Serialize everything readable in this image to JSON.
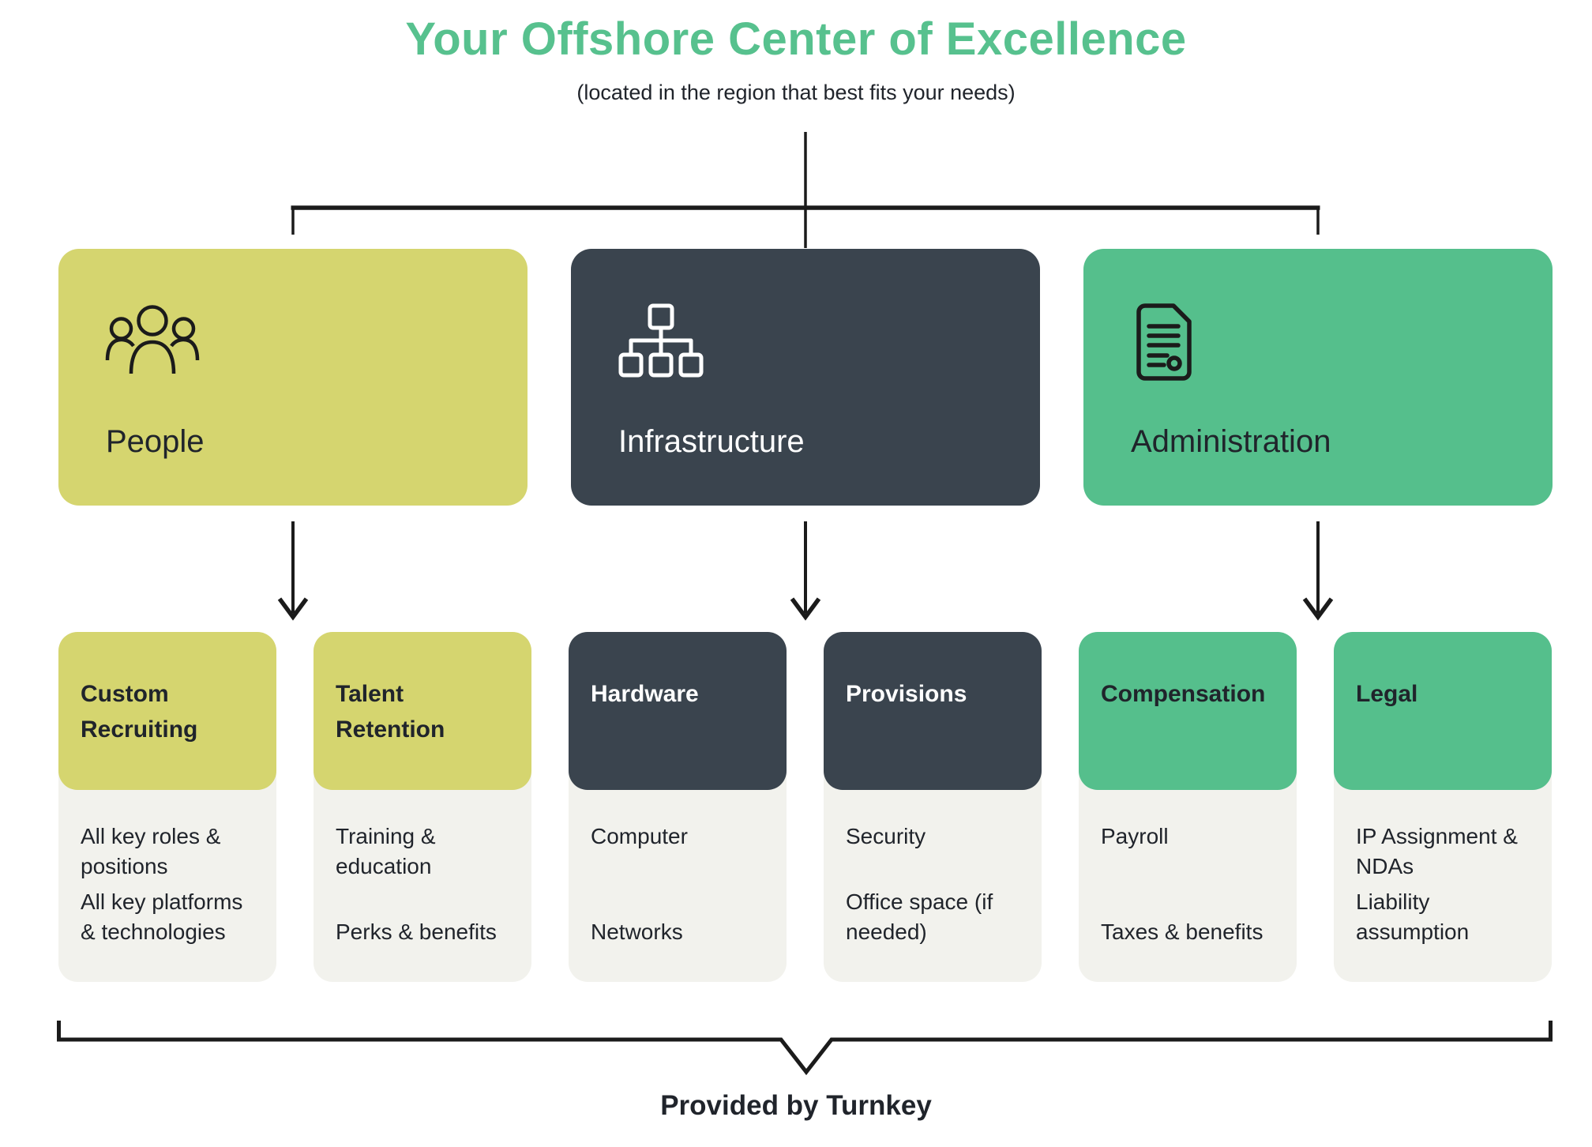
{
  "page": {
    "title": "Your Offshore Center of Excellence",
    "subtitle": "(located in the region that best fits your needs)",
    "footer": "Provided by Turnkey"
  },
  "colors": {
    "title_green": "#57C18E",
    "pillar_yellow": "#D5D56F",
    "pillar_dark": "#3A444E",
    "pillar_green": "#55BF8C",
    "card_body": "#F2F2ED",
    "line_black": "#1B1B1B",
    "text_dark": "#20242B",
    "text_light": "#FFFFFF"
  },
  "pillars": [
    {
      "label": "People",
      "icon": "people-icon",
      "color": "#D5D56F"
    },
    {
      "label": "Infrastructure",
      "icon": "org-chart-icon",
      "color": "#3A444E"
    },
    {
      "label": "Administration",
      "icon": "document-icon",
      "color": "#55BF8C"
    }
  ],
  "cards": [
    {
      "title": "Custom Recruiting",
      "items": [
        "All key roles & positions",
        "All key platforms & technologies"
      ]
    },
    {
      "title": "Talent Retention",
      "items": [
        "Training & education",
        "Perks & benefits"
      ]
    },
    {
      "title": "Hardware",
      "items": [
        "Computer",
        "Networks"
      ]
    },
    {
      "title": "Provisions",
      "items": [
        "Security",
        "Office space (if needed)"
      ]
    },
    {
      "title": "Compensation",
      "items": [
        "Payroll",
        "Taxes & benefits"
      ]
    },
    {
      "title": "Legal",
      "items": [
        "IP Assignment & NDAs",
        "Liability assumption"
      ]
    }
  ]
}
